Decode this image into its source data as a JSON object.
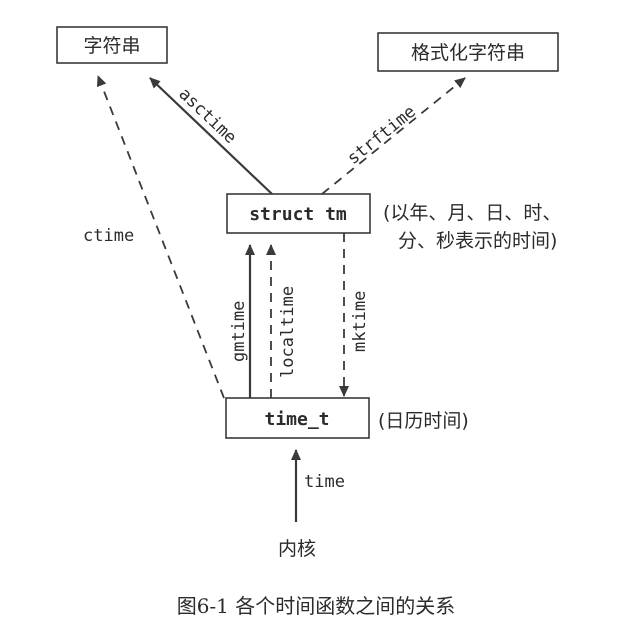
{
  "nodes": {
    "string": "字符串",
    "formatted_string": "格式化字符串",
    "struct_tm": "struct tm",
    "struct_tm_note_line1": "(以年、月、日、时、",
    "struct_tm_note_line2": "分、秒表示的时间)",
    "time_t": "time_t",
    "time_t_note": "(日历时间)",
    "kernel": "内核"
  },
  "edges": {
    "asctime": "asctime",
    "strftime": "strftime",
    "ctime": "ctime",
    "gmtime": "gmtime",
    "localtime": "localtime",
    "mktime": "mktime",
    "time": "time"
  },
  "caption": "图6-1  各个时间函数之间的关系"
}
